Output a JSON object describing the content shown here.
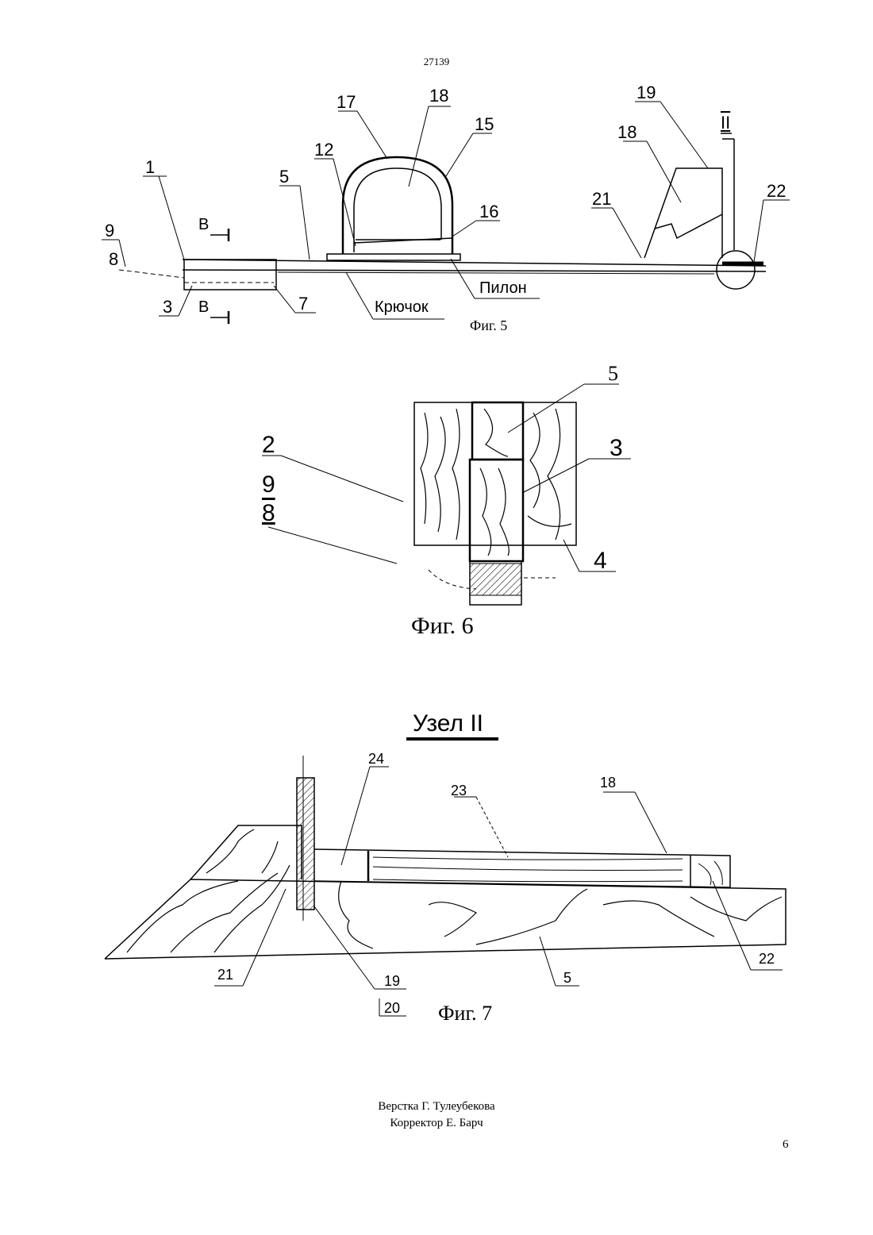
{
  "document_number": "27139",
  "fig5": {
    "caption": "Фиг. 5",
    "labels": {
      "l1": "1",
      "l3": "3",
      "l5": "5",
      "l7": "7",
      "l8": "8",
      "l9": "9",
      "l12": "12",
      "l15": "15",
      "l16": "16",
      "l17": "17",
      "l18a": "18",
      "l18b": "18",
      "l19": "19",
      "l21": "21",
      "l22": "22",
      "node": "II",
      "b_top": "В",
      "b_bottom": "В",
      "hook": "Крючок",
      "pylon": "Пилон"
    }
  },
  "fig6": {
    "caption": "Фиг. 6",
    "labels": {
      "l2": "2",
      "l3": "3",
      "l4": "4",
      "l5": "5",
      "l8": "8",
      "l9": "9"
    }
  },
  "fig7": {
    "title": "Узел II",
    "caption": "Фиг. 7",
    "labels": {
      "l5": "5",
      "l18": "18",
      "l19": "19",
      "l20": "20",
      "l21": "21",
      "l22": "22",
      "l23": "23",
      "l24": "24"
    }
  },
  "footer": {
    "layout_credit": "Верстка Г. Тулеубекова",
    "corrector_credit": "Корректор Е. Барч"
  },
  "page_number": "6"
}
